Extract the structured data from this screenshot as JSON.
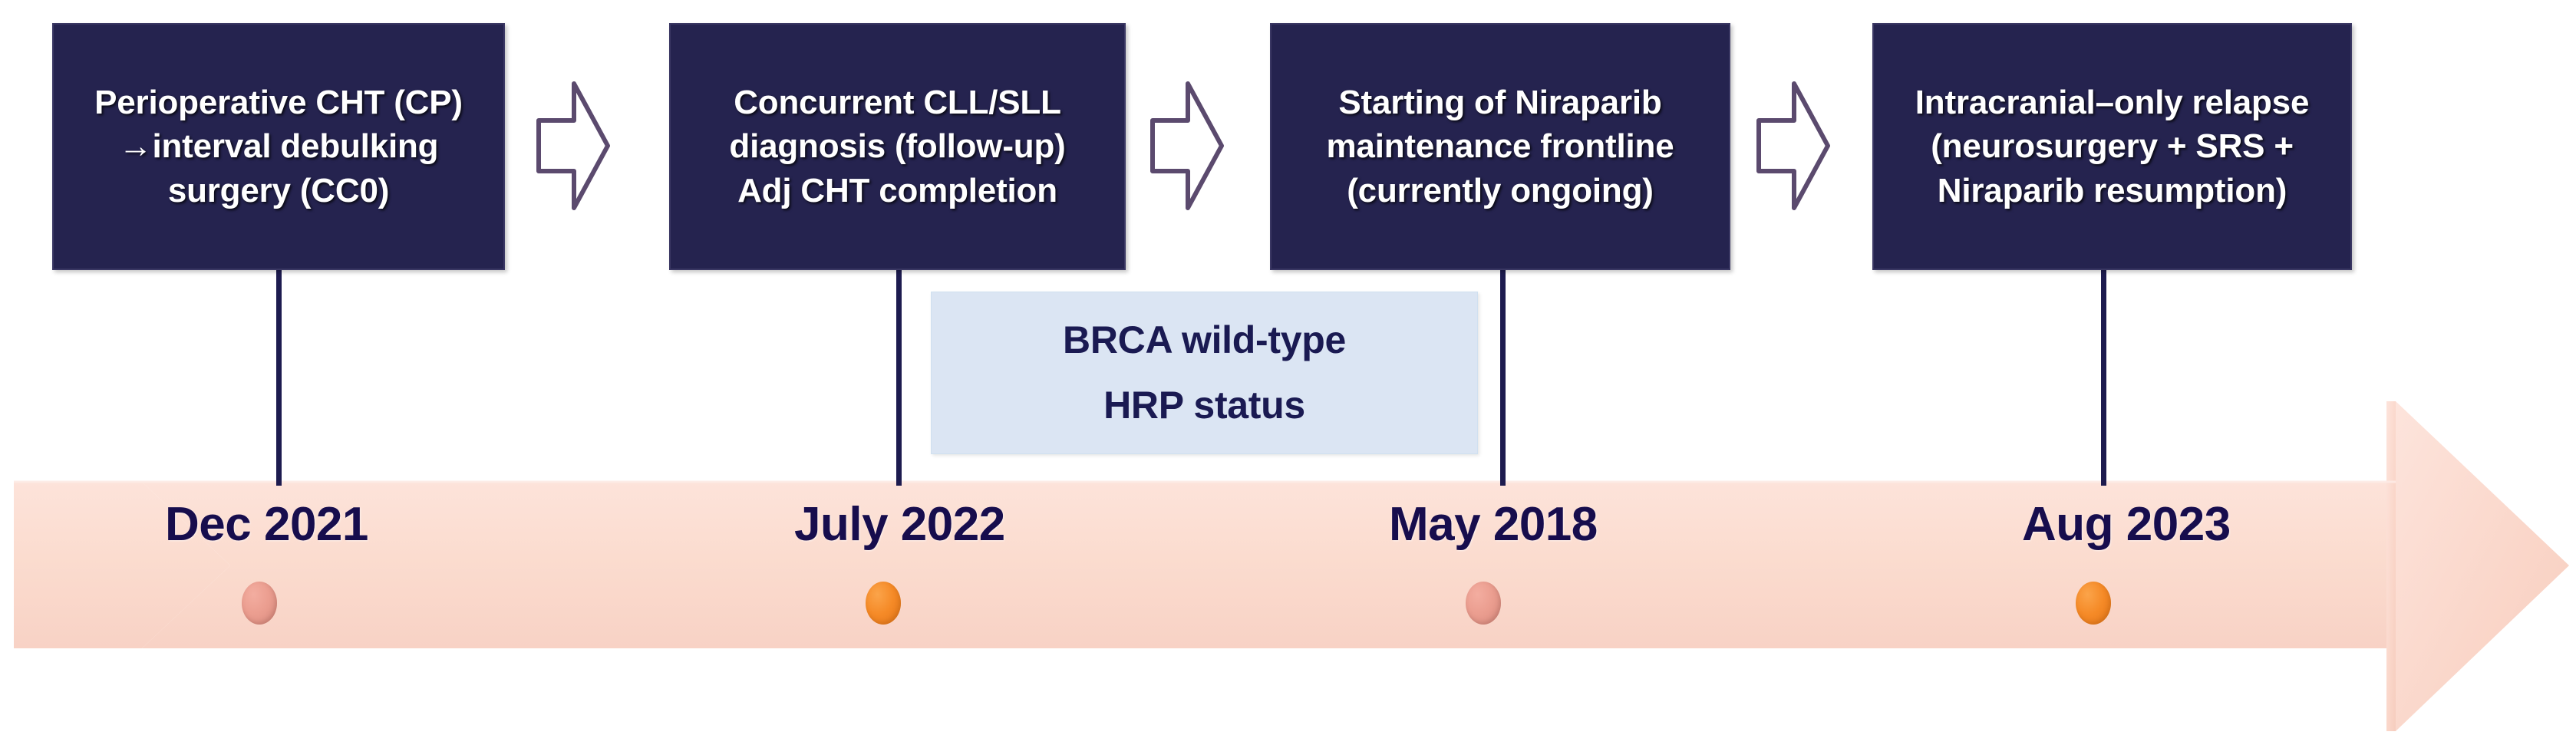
{
  "diagram": {
    "title": "Clinical course timeline",
    "colors": {
      "box_fill": "#25234f",
      "box_text": "#ffffff",
      "biomarker_fill": "#dbe5f3",
      "biomarker_text": "#1a1a52",
      "banner_fill": "#fbddd2",
      "date_text": "#170d4d",
      "connector": "#1d1b4f",
      "chevron_stroke": "#5b4a6e",
      "dot_salmon": "#eb9e90",
      "dot_orange": "#f58a27"
    }
  },
  "events": [
    {
      "id": "event-1",
      "text": "Perioperative CHT (CP)\n→interval debulking\nsurgery (CC0)"
    },
    {
      "id": "event-2",
      "text": "Concurrent CLL/SLL\ndiagnosis (follow-up)\nAdj CHT completion"
    },
    {
      "id": "event-3",
      "text": "Starting of Niraparib\nmaintenance frontline\n(currently ongoing)"
    },
    {
      "id": "event-4",
      "text": "Intracranial–only relapse\n(neurosurgery + SRS +\nNiraparib resumption)"
    }
  ],
  "connector_arrows": [
    {
      "id": "chevron-1",
      "direction": "right"
    },
    {
      "id": "chevron-2",
      "direction": "right"
    },
    {
      "id": "chevron-3",
      "direction": "right"
    }
  ],
  "biomarker": {
    "line1": "BRCA wild-type",
    "line2": "HRP status"
  },
  "timeline": {
    "direction": "left-to-right",
    "milestones": [
      {
        "id": "milestone-1",
        "date": "Dec 2021",
        "marker": "salmon"
      },
      {
        "id": "milestone-2",
        "date": "July 2022",
        "marker": "orange"
      },
      {
        "id": "milestone-3",
        "date": "May 2018",
        "marker": "salmon"
      },
      {
        "id": "milestone-4",
        "date": "Aug 2023",
        "marker": "orange"
      }
    ]
  }
}
